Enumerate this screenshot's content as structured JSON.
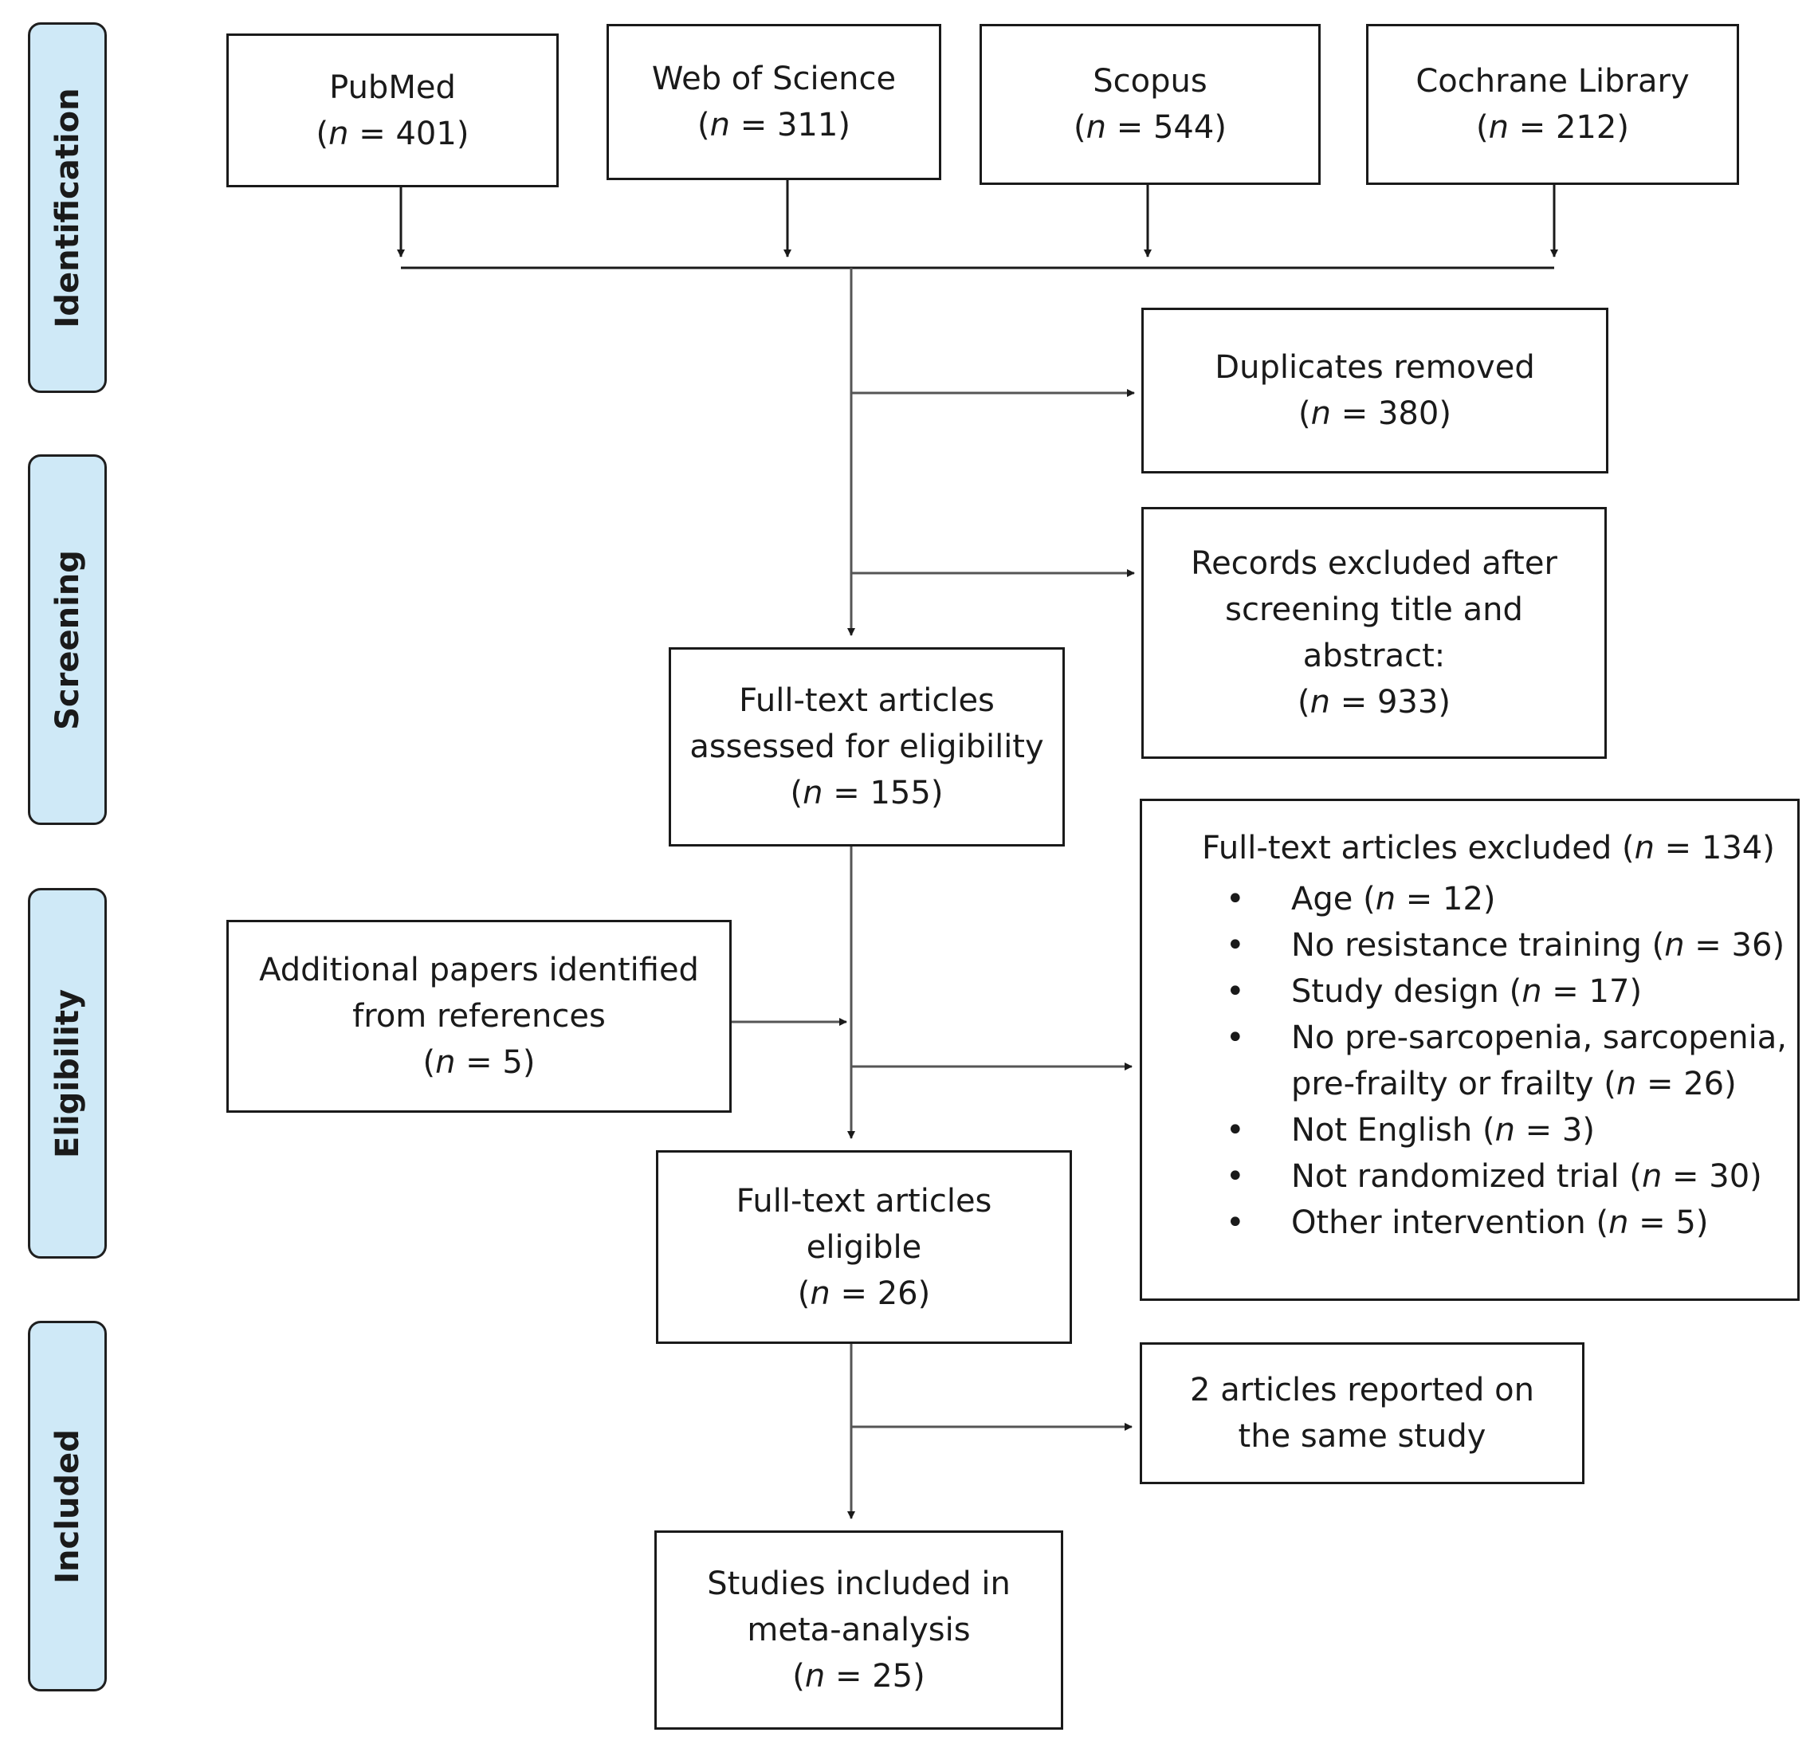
{
  "phases": [
    {
      "label": "Identification"
    },
    {
      "label": "Screening"
    },
    {
      "label": "Eligibility"
    },
    {
      "label": "Included"
    }
  ],
  "sources": [
    {
      "name": "PubMed",
      "count": "401"
    },
    {
      "name": "Web of Science",
      "count": "311"
    },
    {
      "name": "Scopus",
      "count": "544"
    },
    {
      "name": "Cochrane Library",
      "count": "212"
    }
  ],
  "n_symbol": "n",
  "duplicates": {
    "label": "Duplicates removed",
    "count": "380"
  },
  "screen_excluded": {
    "lines": [
      "Records excluded after",
      "screening title and",
      "abstract:"
    ],
    "count": "933"
  },
  "assessed": {
    "lines": [
      "Full-text articles",
      "assessed for eligibility"
    ],
    "count": "155"
  },
  "additional": {
    "lines": [
      "Additional papers identified",
      "from references"
    ],
    "count": "5"
  },
  "fulltext_excluded": {
    "title": "Full-text articles excluded",
    "count": "134",
    "bullet_glyph": "•",
    "reasons": [
      {
        "lines": [
          "Age"
        ],
        "count": "12"
      },
      {
        "lines": [
          "No resistance training"
        ],
        "count": "36"
      },
      {
        "lines": [
          "Study design"
        ],
        "count": "17"
      },
      {
        "lines": [
          "No pre-sarcopenia, sarcopenia,",
          "pre-frailty or frailty"
        ],
        "count": "26"
      },
      {
        "lines": [
          "Not English"
        ],
        "count": "3"
      },
      {
        "lines": [
          "Not randomized trial"
        ],
        "count": "30"
      },
      {
        "lines": [
          "Other intervention"
        ],
        "count": "5"
      }
    ]
  },
  "eligible": {
    "lines": [
      "Full-text articles",
      "eligible"
    ],
    "count": "26"
  },
  "same_study": {
    "lines": [
      "2 articles reported on",
      "the same study"
    ]
  },
  "included": {
    "lines": [
      "Studies included in",
      "meta-analysis"
    ],
    "count": "25"
  }
}
